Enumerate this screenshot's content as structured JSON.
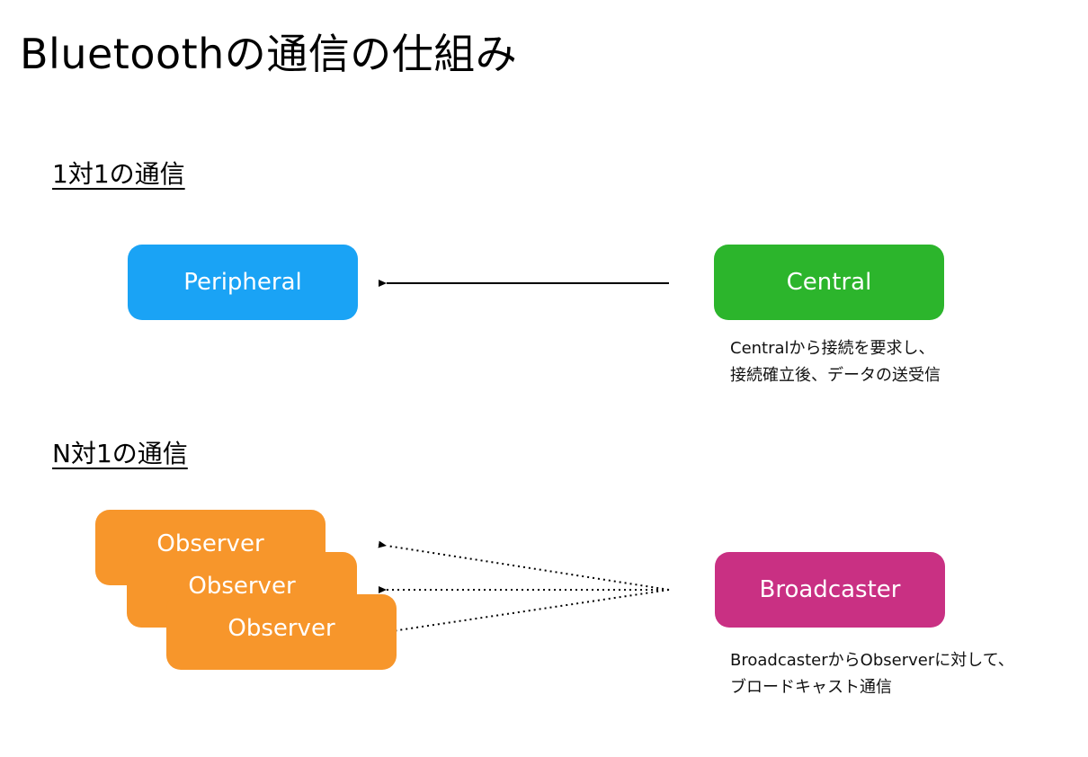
{
  "title": "Bluetoothの通信の仕組み",
  "sections": {
    "one_to_one": "1対1の通信",
    "n_to_one": "N対1の通信"
  },
  "nodes": {
    "peripheral": "Peripheral",
    "central": "Central",
    "observers": [
      "Observer",
      "Observer",
      "Observer"
    ],
    "broadcaster": "Broadcaster"
  },
  "notes": {
    "central_line1": "Centralから接続を要求し、",
    "central_line2": "接続確立後、データの送受信",
    "broadcaster_line1": "BroadcasterからObserverに対して、",
    "broadcaster_line2": "ブロードキャスト通信"
  },
  "colors": {
    "peripheral": "#1aa3f5",
    "central": "#2cb52c",
    "observer": "#f7962b",
    "broadcaster": "#c93083"
  }
}
